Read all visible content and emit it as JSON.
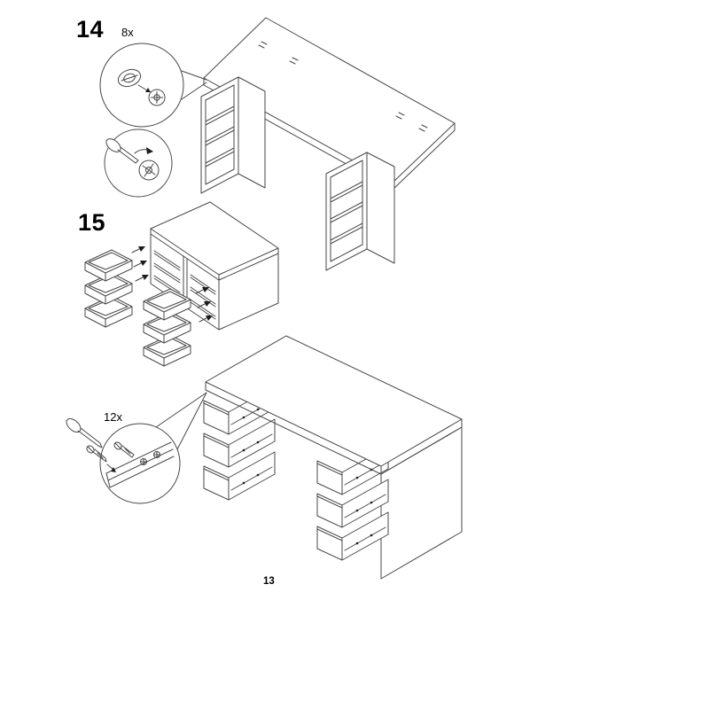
{
  "page": {
    "number": "13"
  },
  "steps": {
    "step14": {
      "number": "14",
      "hardware_quantity": "8x",
      "hardware_icon": "cam-lock-icon",
      "tool_icon": "screwdriver-icon"
    },
    "step15": {
      "number": "15"
    },
    "drawer_mounting": {
      "hardware_quantity": "12x",
      "hardware_icon": "screw-icon",
      "tool_icon": "screwdriver-icon"
    }
  },
  "colors": {
    "background": "#ffffff",
    "line": "#474747",
    "text": "#000000"
  }
}
